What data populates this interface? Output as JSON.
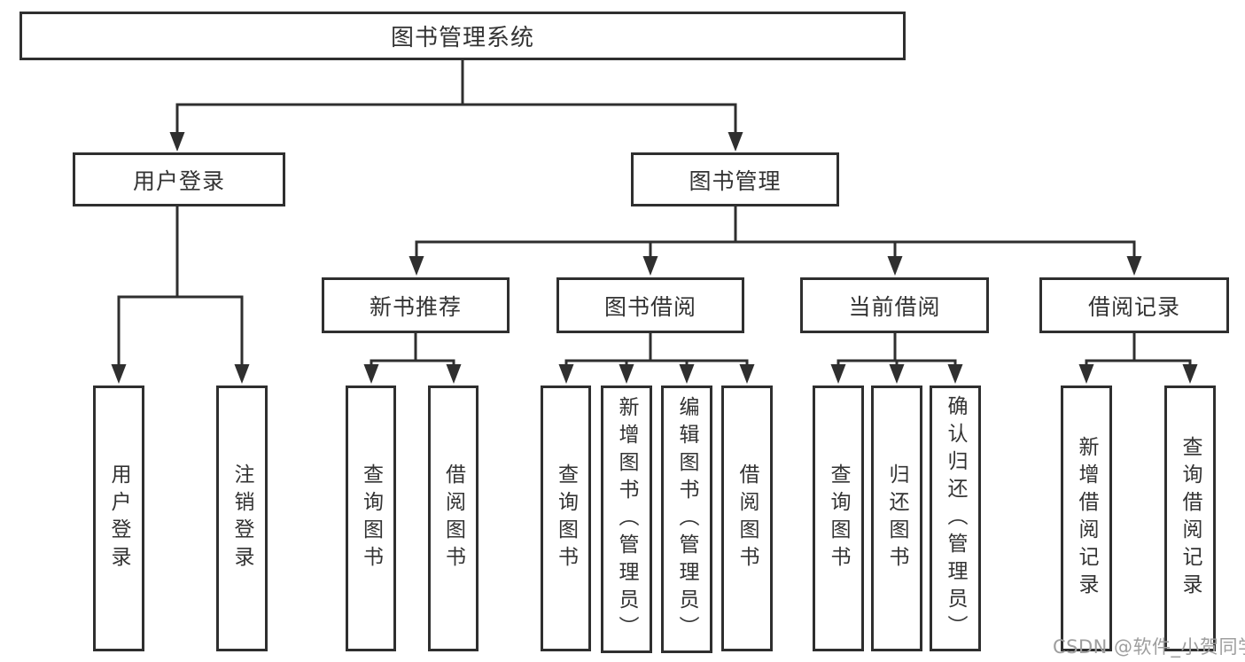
{
  "diagram": {
    "root": {
      "label": "图书管理系统"
    },
    "level2": [
      {
        "label": "用户登录"
      },
      {
        "label": "图书管理"
      }
    ],
    "level3": [
      {
        "label": "新书推荐"
      },
      {
        "label": "图书借阅"
      },
      {
        "label": "当前借阅"
      },
      {
        "label": "借阅记录"
      }
    ],
    "leaves": [
      {
        "label": "用户登录"
      },
      {
        "label": "注销登录"
      },
      {
        "label": "查询图书"
      },
      {
        "label": "借阅图书"
      },
      {
        "label": "查询图书"
      },
      {
        "label": "新增图书（管理员）"
      },
      {
        "label": "编辑图书（管理员）"
      },
      {
        "label": "借阅图书"
      },
      {
        "label": "查询图书"
      },
      {
        "label": "归还图书"
      },
      {
        "label": "确认归还（管理员）"
      },
      {
        "label": "新增借阅记录"
      },
      {
        "label": "查询借阅记录"
      }
    ],
    "watermark": "CSDN @软件_小贺同学"
  },
  "colors": {
    "line": "#2f2f2f",
    "text": "#333333",
    "watermark": "#9e9e9e",
    "background": "#ffffff"
  }
}
